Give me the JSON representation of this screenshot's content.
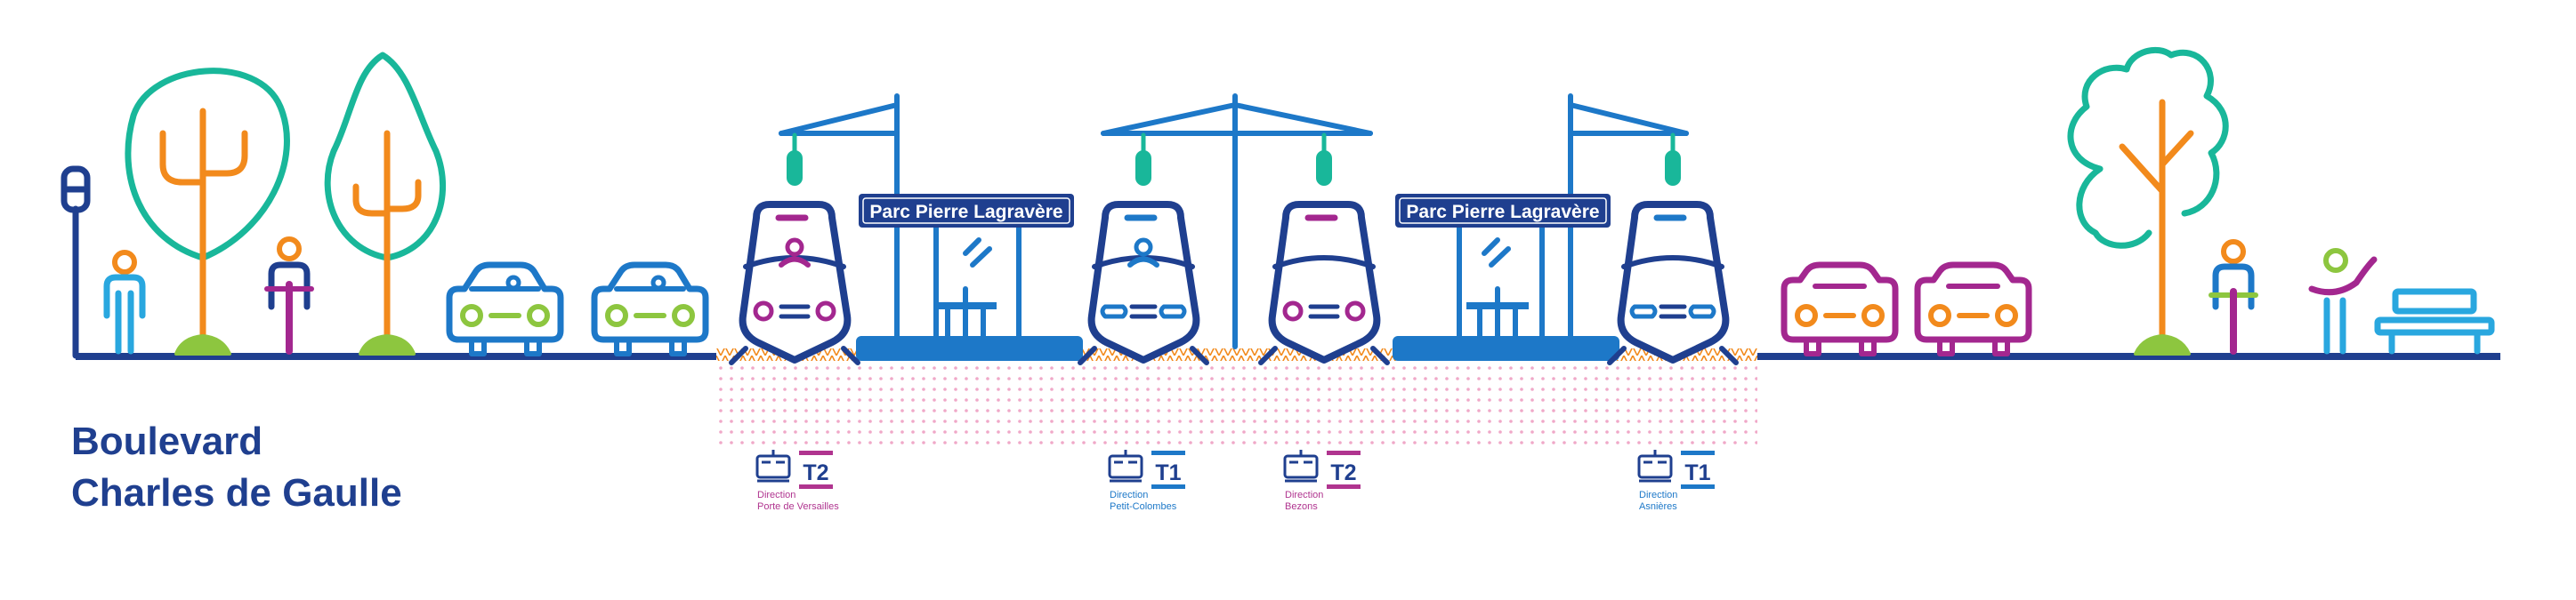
{
  "title": {
    "line1": "Boulevard",
    "line2": "Charles de Gaulle"
  },
  "stations": [
    {
      "name": "Parc Pierre Lagravère"
    },
    {
      "name": "Parc Pierre Lagravère"
    }
  ],
  "directions": [
    {
      "line": "T2",
      "label": "Direction",
      "destination": "Porte de Versailles"
    },
    {
      "line": "T1",
      "label": "Direction",
      "destination": "Petit-Colombes"
    },
    {
      "line": "T2",
      "label": "Direction",
      "destination": "Bezons"
    },
    {
      "line": "T1",
      "label": "Direction",
      "destination": "Asnières"
    }
  ],
  "colors": {
    "navy": "#1f3f8f",
    "blue": "#1d78c8",
    "teal": "#19b79a",
    "orange": "#f28a1c",
    "magenta": "#a3278f",
    "green": "#8dc63f",
    "cyan": "#29a7df",
    "t1": "#1d78c8",
    "t2": "#b0348f",
    "dots": "#f0a8c8"
  }
}
